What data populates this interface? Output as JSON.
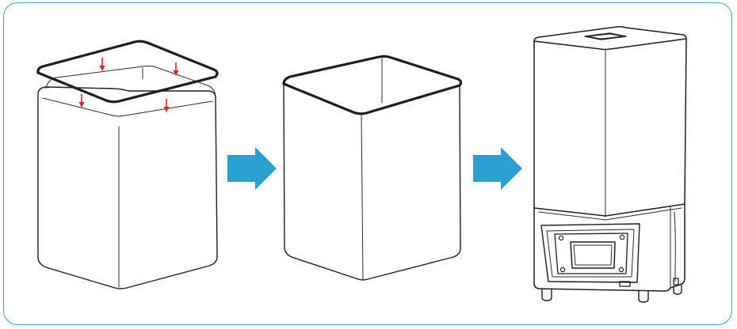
{
  "diagram": {
    "steps": [
      {
        "id": "step-1",
        "description_visible": ""
      },
      {
        "id": "step-2",
        "description_visible": ""
      },
      {
        "id": "step-3",
        "description_visible": ""
      }
    ],
    "colors": {
      "frame": "#3aa6c8",
      "arrow": "#2ba0d2",
      "marker": "#d8232a",
      "line": "#1e1e1e"
    },
    "icons": [
      "gasket-ring-icon",
      "cover-box-icon",
      "flow-arrow-icon",
      "resin-printer-icon"
    ]
  }
}
